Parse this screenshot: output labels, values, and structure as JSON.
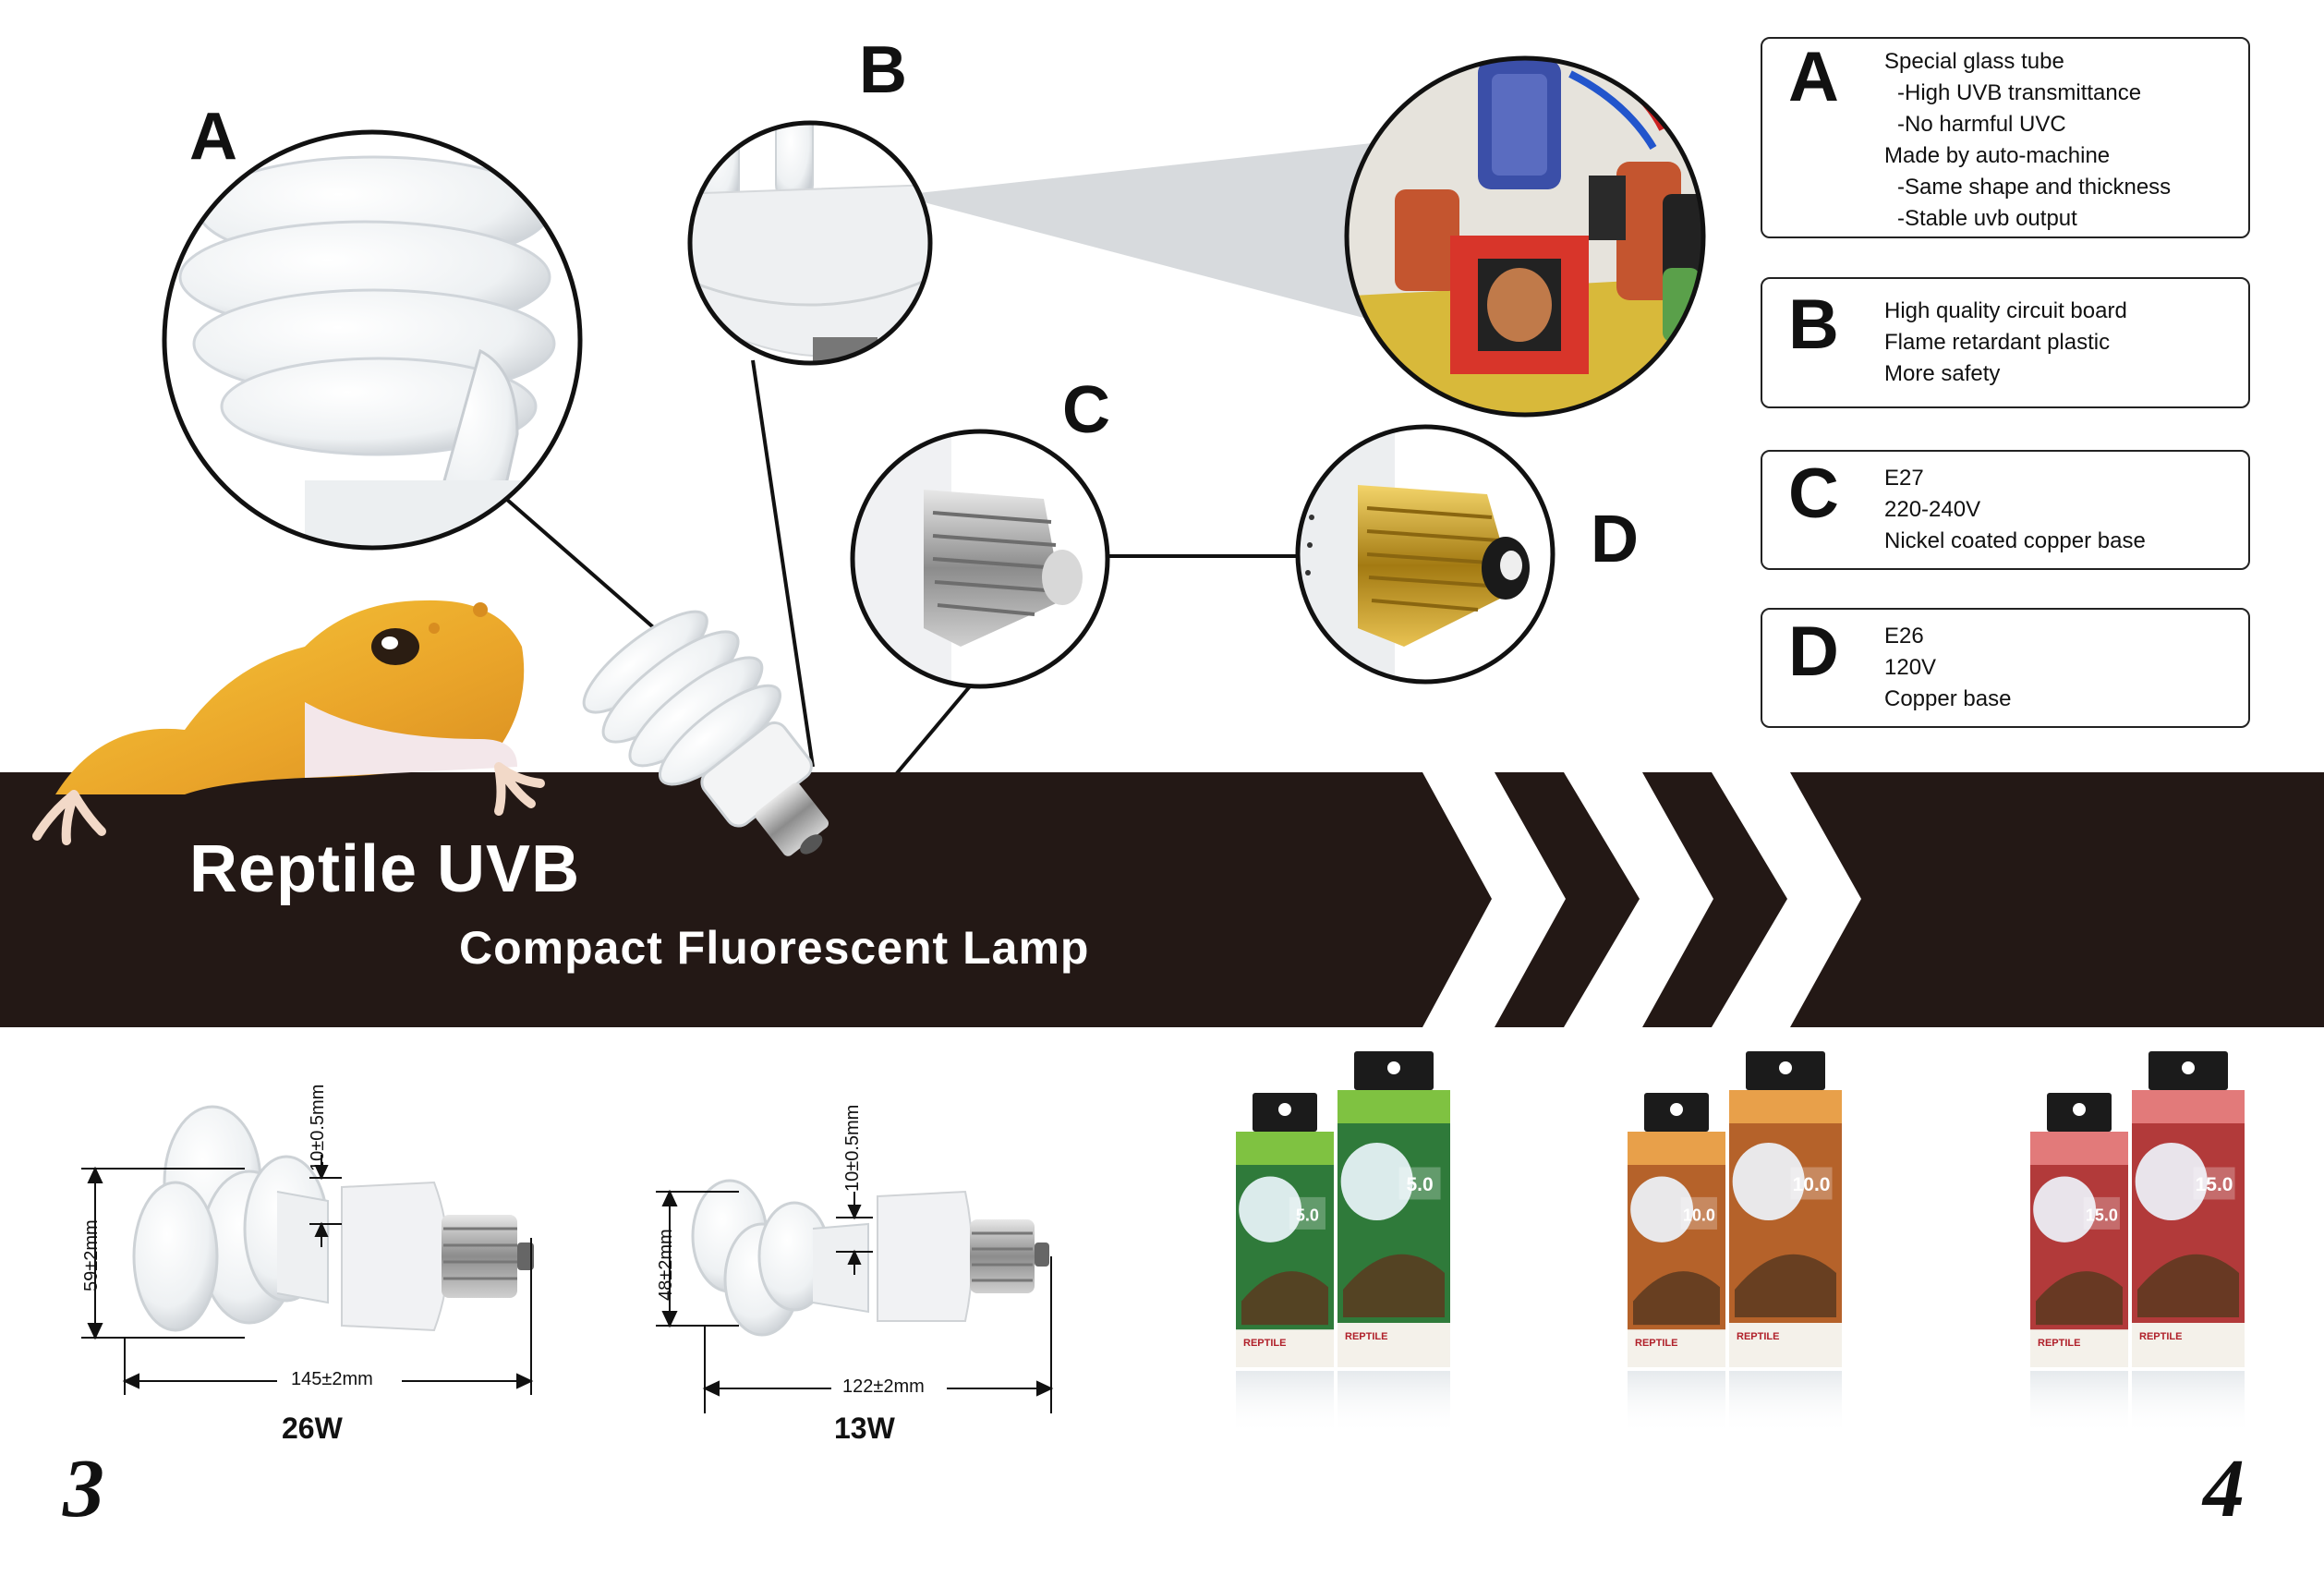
{
  "callouts": {
    "a": "A",
    "b": "B",
    "c": "C",
    "d": "D"
  },
  "banner": {
    "title": "Reptile UVB",
    "subtitle": "Compact Fluorescent Lamp"
  },
  "features": [
    {
      "letter": "A",
      "lines": [
        {
          "text": "Special glass tube",
          "sub": false
        },
        {
          "text": "-High UVB transmittance",
          "sub": true
        },
        {
          "text": "-No harmful UVC",
          "sub": true
        },
        {
          "text": "Made by auto-machine",
          "sub": false
        },
        {
          "text": "-Same shape and thickness",
          "sub": true
        },
        {
          "text": "-Stable uvb output",
          "sub": true
        }
      ]
    },
    {
      "letter": "B",
      "lines": [
        {
          "text": "High quality circuit board",
          "sub": false
        },
        {
          "text": "Flame retardant plastic",
          "sub": false
        },
        {
          "text": "More safety",
          "sub": false
        }
      ]
    },
    {
      "letter": "C",
      "lines": [
        {
          "text": "E27",
          "sub": false
        },
        {
          "text": "220-240V",
          "sub": false
        },
        {
          "text": "Nickel coated copper base",
          "sub": false
        }
      ]
    },
    {
      "letter": "D",
      "lines": [
        {
          "text": "E26",
          "sub": false
        },
        {
          "text": "120V",
          "sub": false
        },
        {
          "text": "Copper base",
          "sub": false
        }
      ]
    }
  ],
  "lamps": [
    {
      "watt": "26W",
      "height": "59±2mm",
      "length": "145±2mm",
      "gap": "10±0.5mm"
    },
    {
      "watt": "13W",
      "height": "48±2mm",
      "length": "122±2mm",
      "gap": "10±0.5mm"
    }
  ],
  "packages": [
    {
      "uvb": "5.0",
      "label": "REPTILE",
      "color": "#2f7a3a",
      "accent": "#7fc241"
    },
    {
      "uvb": "10.0",
      "label": "REPTILE",
      "color": "#b5622a",
      "accent": "#e8a04a"
    },
    {
      "uvb": "15.0",
      "label": "REPTILE",
      "color": "#b23a3a",
      "accent": "#e27a7a"
    }
  ],
  "page_numbers": {
    "left": "3",
    "right": "4"
  },
  "colors": {
    "banner": "#231815",
    "text": "#111111"
  }
}
